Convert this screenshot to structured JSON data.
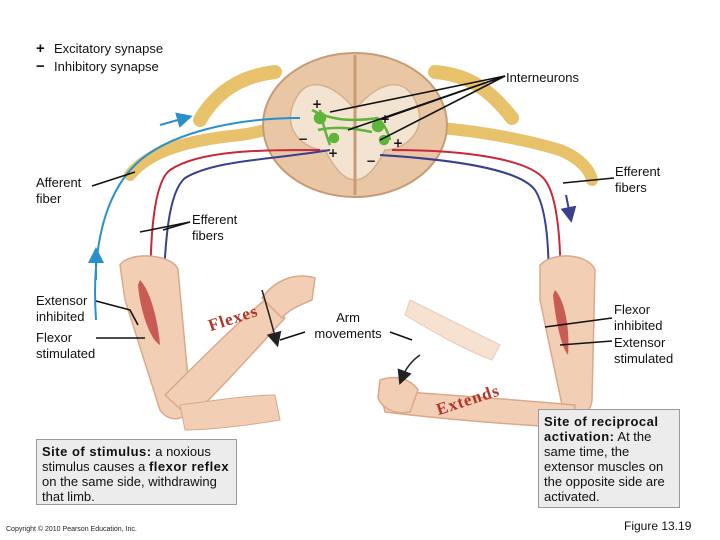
{
  "legend": {
    "excitatory": {
      "symbol": "+",
      "label": "Excitatory synapse"
    },
    "inhibitory": {
      "symbol": "−",
      "label": "Inhibitory synapse"
    }
  },
  "labels": {
    "interneurons": "Interneurons",
    "afferent_fiber": [
      "Afferent",
      "fiber"
    ],
    "efferent_fibers_right": [
      "Efferent",
      "fibers"
    ],
    "efferent_fibers_center": [
      "Efferent",
      "fibers"
    ],
    "left_arm_top": [
      "Extensor",
      "inhibited"
    ],
    "left_arm_bottom": [
      "Flexor",
      "stimulated"
    ],
    "right_arm_top": [
      "Flexor",
      "inhibited"
    ],
    "right_arm_bottom": [
      "Extensor",
      "stimulated"
    ],
    "arm_movements": [
      "Arm",
      "movements"
    ],
    "flexes": "Flexes",
    "extends": "Extends"
  },
  "box_left": {
    "title": "Site of stimulus:",
    "text": " a noxious stimulus causes a ",
    "term": "flexor reflex",
    "tail": " on the same side, withdrawing that limb."
  },
  "box_right": {
    "title": "Site of reciprocal activation:",
    "text": " At the same time, the extensor muscles on the opposite side are activated."
  },
  "footer": {
    "copyright": "Copyright © 2010 Pearson Education, Inc.",
    "figure": "Figure 13.19"
  },
  "colors": {
    "afferent": "#2b8fc9",
    "efferent_red": "#c8283a",
    "efferent_blue": "#3a3f8f",
    "interneuron": "#5fb43a",
    "nerve": "#e8c26a",
    "cord_outer": "#e9c7a5",
    "cord_gray": "#f1e2cf",
    "skin": "#f2cfb4",
    "muscle": "#c95b55"
  }
}
